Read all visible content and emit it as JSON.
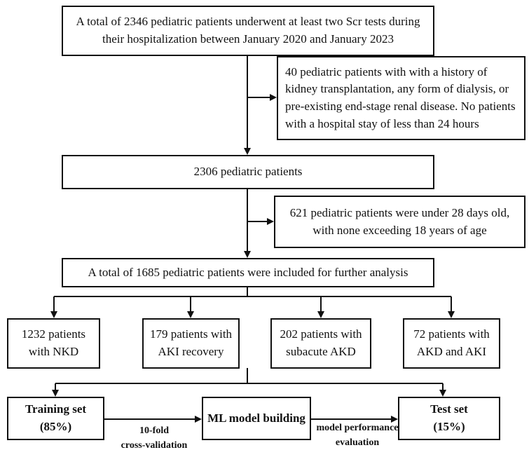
{
  "flowchart": {
    "start": {
      "line1": "A total of 2346 pediatric patients underwent at least two Scr tests during",
      "line2": "their hospitalization between January 2020 and January 2023"
    },
    "exclusion1": {
      "line1": "40 pediatric patients with with a history of",
      "line2": "kidney transplantation, any form of dialysis, or",
      "line3": "pre-existing end-stage renal disease. No patients",
      "line4": "with a hospital stay of less than 24 hours"
    },
    "remaining1": "2306 pediatric patients",
    "exclusion2": {
      "line1": "621 pediatric patients were under 28 days old,",
      "line2": "with none exceeding 18 years of age"
    },
    "included": "A total of 1685 pediatric patients were included for further analysis",
    "groups": [
      {
        "line1": "1232 patients",
        "line2": "with NKD"
      },
      {
        "line1": "179 patients with",
        "line2": "AKI recovery"
      },
      {
        "line1": "202 patients with",
        "line2": "subacute AKD"
      },
      {
        "line1": "72 patients with",
        "line2": "AKD and AKI"
      }
    ],
    "training": {
      "line1": "Training set",
      "line2": "(85%)"
    },
    "model": "ML model building",
    "test": {
      "line1": "Test set",
      "line2": "(15%)"
    },
    "cv_label": {
      "line1": "10-fold",
      "line2": "cross-validation"
    },
    "eval_label": {
      "line1": "model performance",
      "line2": "evaluation"
    }
  }
}
